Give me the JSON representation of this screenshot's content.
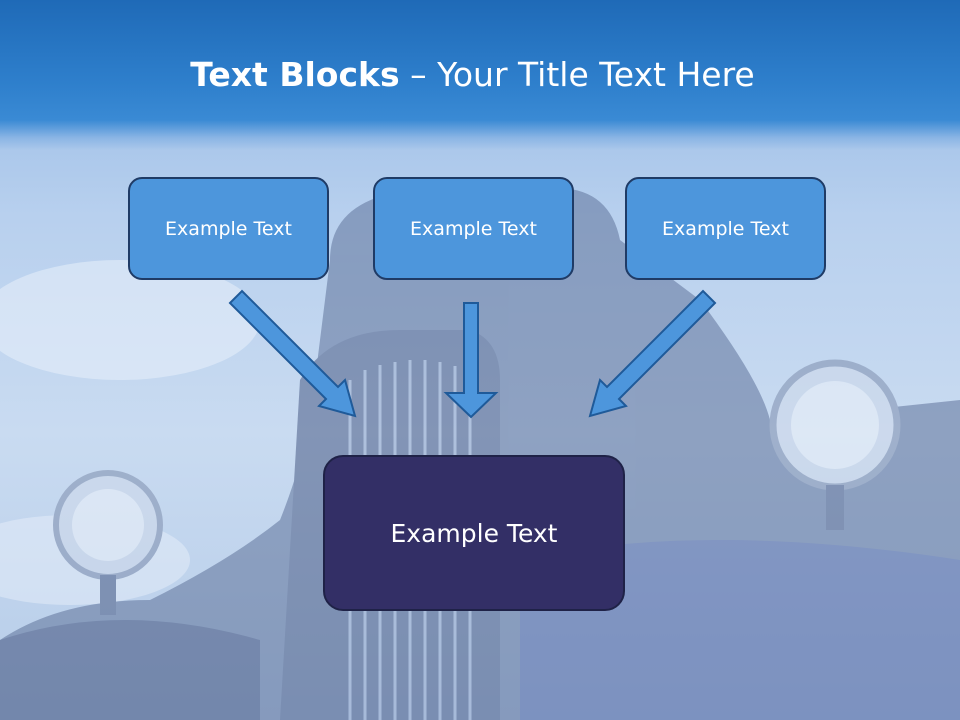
{
  "title": {
    "bold": "Text Blocks",
    "rest": " – Your Title Text Here"
  },
  "blocks": [
    {
      "label": "Example Text"
    },
    {
      "label": "Example Text"
    },
    {
      "label": "Example Text"
    }
  ],
  "main_block": {
    "label": "Example Text"
  },
  "colors": {
    "header": "#2e7fcc",
    "block": "#4d96dc",
    "main_block": "#332f66",
    "arrow": "#4d96dc"
  }
}
